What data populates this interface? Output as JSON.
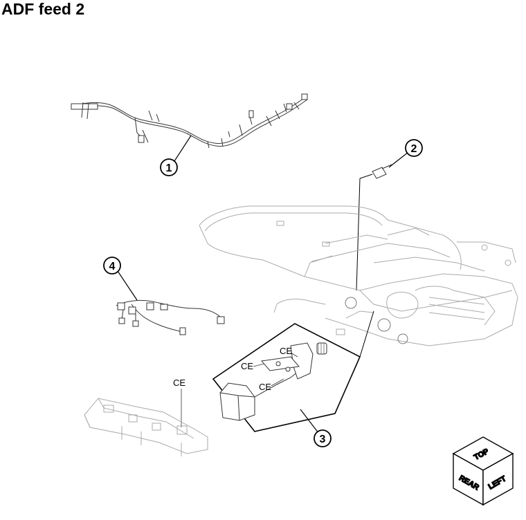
{
  "page": {
    "title": "ADF feed 2"
  },
  "callouts": [
    {
      "label": "1"
    },
    {
      "label": "2"
    },
    {
      "label": "3"
    },
    {
      "label": "4"
    }
  ],
  "ce_labels": [
    "CE",
    "CE",
    "CE",
    "CE"
  ],
  "orientation_cube": {
    "top": "TOP",
    "rear": "REAR",
    "left": "LEFT"
  }
}
